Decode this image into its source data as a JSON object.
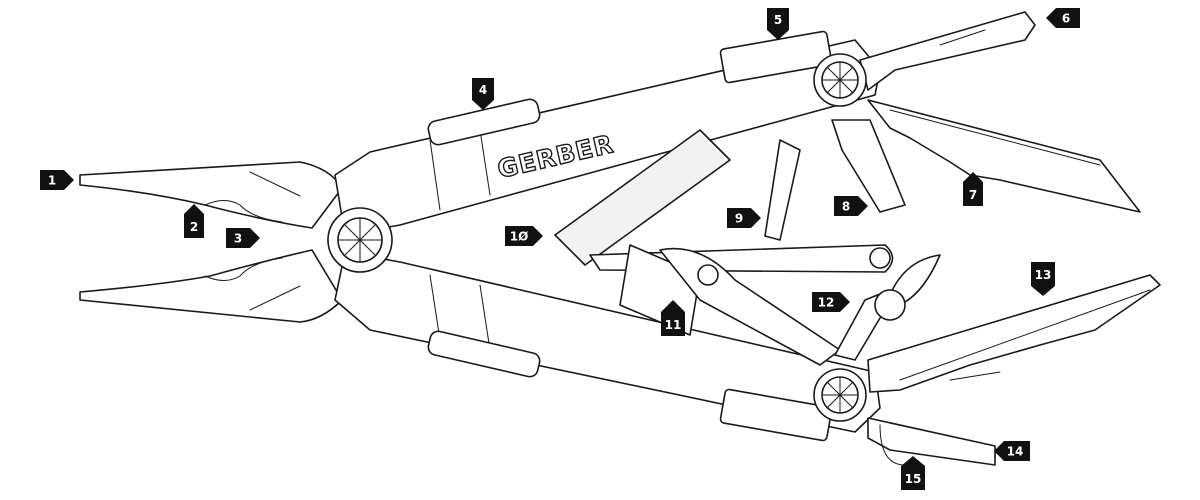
{
  "brand": {
    "name": "GERBER"
  },
  "colors": {
    "ink": "#1a1a1a",
    "paper": "#ffffff"
  },
  "callouts": [
    {
      "id": "1",
      "label": "1"
    },
    {
      "id": "2",
      "label": "2"
    },
    {
      "id": "3",
      "label": "3"
    },
    {
      "id": "4",
      "label": "4"
    },
    {
      "id": "5",
      "label": "5"
    },
    {
      "id": "6",
      "label": "6"
    },
    {
      "id": "7",
      "label": "7"
    },
    {
      "id": "8",
      "label": "8"
    },
    {
      "id": "9",
      "label": "9"
    },
    {
      "id": "10",
      "label": "1Ø"
    },
    {
      "id": "11",
      "label": "11"
    },
    {
      "id": "12",
      "label": "12"
    },
    {
      "id": "13",
      "label": "13"
    },
    {
      "id": "14",
      "label": "14"
    },
    {
      "id": "15",
      "label": "15"
    }
  ]
}
